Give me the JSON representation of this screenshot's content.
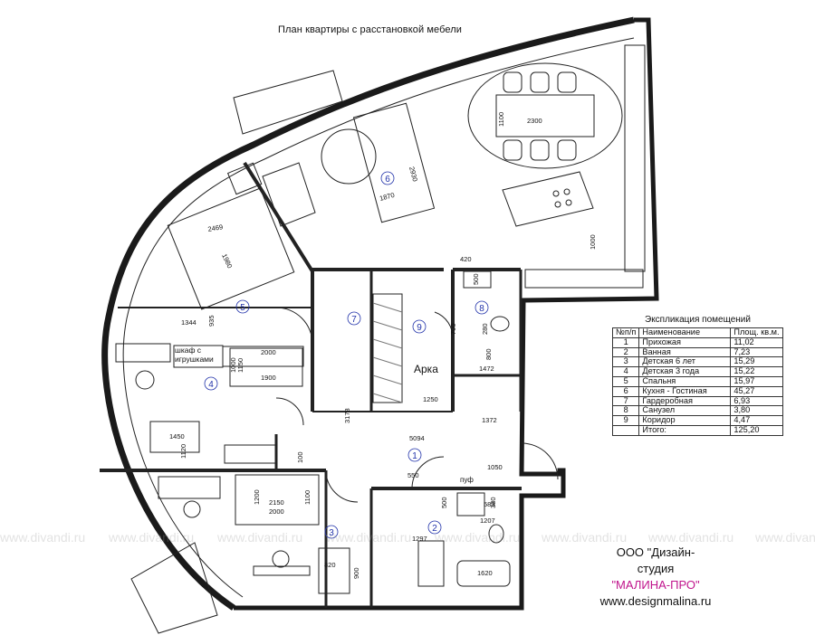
{
  "title": "План квартиры с расстановкой мебели",
  "arch_label": "Арка",
  "room_numbers": [
    "1",
    "2",
    "3",
    "4",
    "5",
    "6",
    "7",
    "8",
    "9"
  ],
  "furniture_labels": {
    "toys_cabinet": "шкаф с игрушками",
    "pouf": "пуф"
  },
  "dimensions": [
    "2300",
    "1100",
    "2930",
    "1870",
    "2469",
    "1980",
    "1344",
    "935",
    "420",
    "500",
    "700",
    "280",
    "800",
    "1472",
    "1250",
    "1372",
    "3178",
    "5094",
    "2000",
    "1150",
    "1000",
    "1900",
    "1450",
    "1120",
    "100",
    "550",
    "1050",
    "500",
    "583",
    "380",
    "1207",
    "1297",
    "2150",
    "1200",
    "1100",
    "2000",
    "820",
    "900",
    "1620",
    "1000"
  ],
  "explication": {
    "title": "Экспликация помещений",
    "headers": [
      "№п/п",
      "Наименование",
      "Площ. кв.м."
    ],
    "rows": [
      [
        "1",
        "Прихожая",
        "11,02"
      ],
      [
        "2",
        "Ванная",
        "7,23"
      ],
      [
        "3",
        "Детская 6 лет",
        "15,29"
      ],
      [
        "4",
        "Детская 3 года",
        "15,22"
      ],
      [
        "5",
        "Спальня",
        "15,97"
      ],
      [
        "6",
        "Кухня - Гостиная",
        "45,27"
      ],
      [
        "7",
        "Гардеробная",
        "6,93"
      ],
      [
        "8",
        "Санузел",
        "3,80"
      ],
      [
        "9",
        "Коридор",
        "4,47"
      ]
    ],
    "total": [
      "",
      "Итого:",
      "125,20"
    ]
  },
  "company": {
    "line1": "ООО \"Дизайн-студия",
    "line2": "\"МАЛИНА-ПРО\"",
    "line3": "www.designmalina.ru",
    "brand_color": "#c0148c"
  },
  "watermark": "www.divandi.ru"
}
